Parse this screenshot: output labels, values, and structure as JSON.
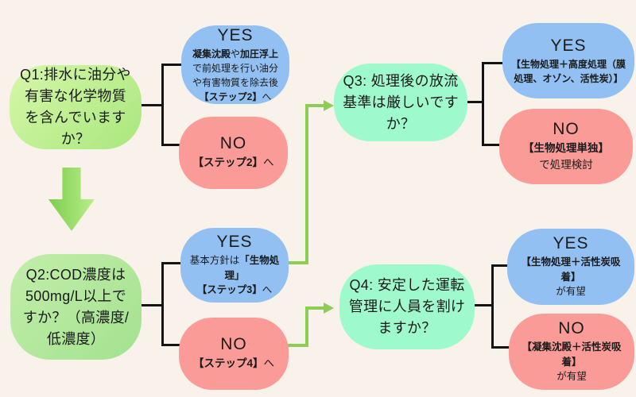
{
  "palette": {
    "background": "#f9f2ea",
    "green_box": "#b9ec93",
    "blue_box": "#92c0f2",
    "pink_box": "#fb9b97",
    "teal_box": "#9efacc",
    "connector_black": "#141414",
    "connector_green": "#8ccd55",
    "arrow_green_dark": "#7ecd4c",
    "arrow_green_light": "#b7ef8b"
  },
  "nodes": {
    "q1": {
      "text": "Q1:排水に油分や有害な化学物質を含んでいますか？"
    },
    "q1_yes": {
      "title": "YES",
      "seg": [
        "凝集沈殿",
        "や",
        "加圧浮上",
        "で前処理を行い油分や有害物質を除去後",
        "【ステップ2】",
        "へ"
      ]
    },
    "q1_no": {
      "title": "NO",
      "seg": [
        "【ステップ2】",
        "へ"
      ]
    },
    "q3": {
      "text": "Q3: 処理後の放流基準は厳しいですか？"
    },
    "q3_yes": {
      "title": "YES",
      "seg": [
        "【生物処理＋高度処理（膜処理、オゾン、活性炭）】"
      ]
    },
    "q3_no": {
      "title": "NO",
      "seg": [
        "【生物処理単独】",
        "で処理検討"
      ]
    },
    "q2": {
      "text": "Q2:COD濃度は500mg/L以上ですか？（高濃度/低濃度）"
    },
    "q2_yes": {
      "title": "YES",
      "seg": [
        "基本方針は",
        "「生物処理」",
        "【ステップ3】",
        "へ"
      ]
    },
    "q2_no": {
      "title": "NO",
      "seg": [
        "【ステップ4】",
        "へ"
      ]
    },
    "q4": {
      "text": "Q4: 安定した運転管理に人員を割けますか？"
    },
    "q4_yes": {
      "title": "YES",
      "seg": [
        "【生物処理＋活性炭吸着】",
        "が有望"
      ]
    },
    "q4_no": {
      "title": "NO",
      "seg": [
        "【凝集沈殿＋活性炭吸着】",
        "が有望"
      ]
    }
  }
}
